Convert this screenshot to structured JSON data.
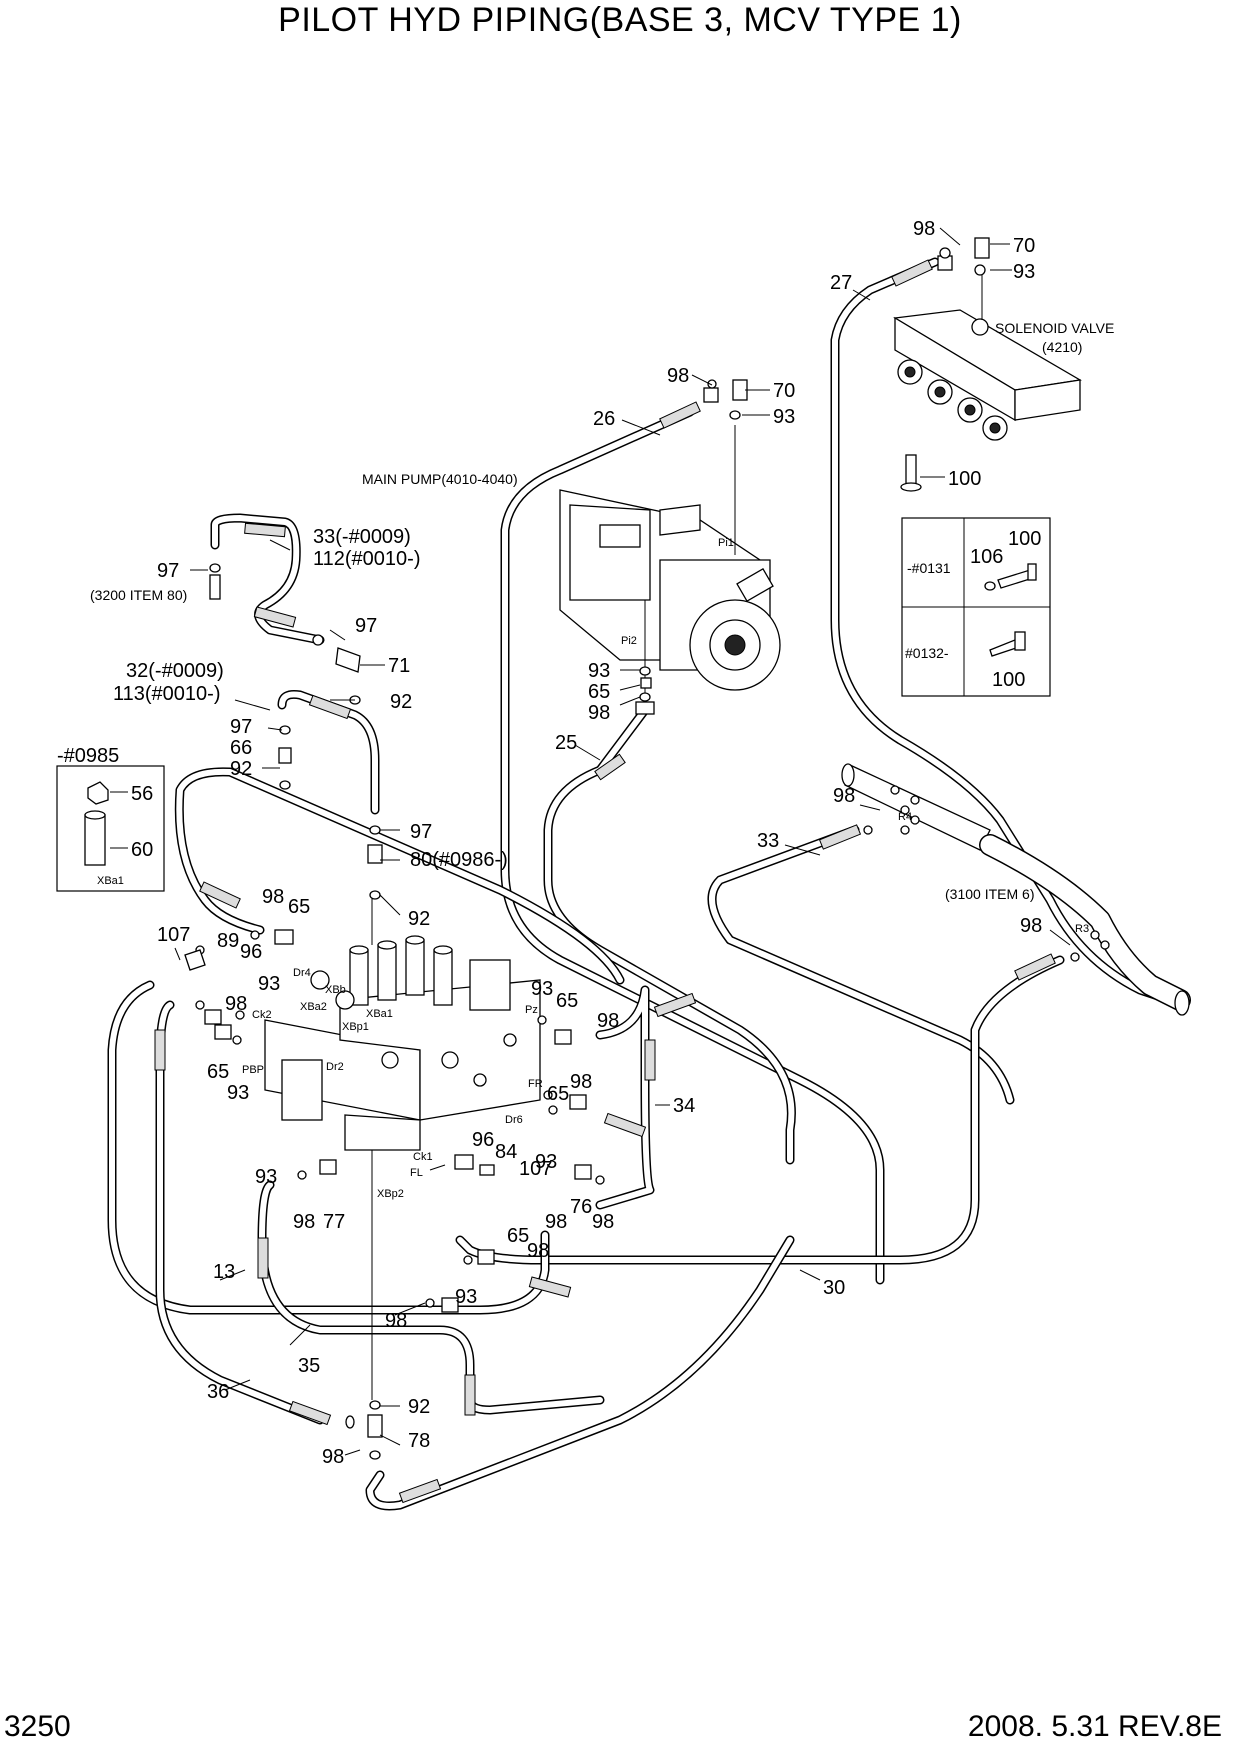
{
  "header": {
    "title": "PILOT HYD PIPING(BASE 3, MCV TYPE 1)"
  },
  "footer": {
    "page_number": "3250",
    "revision": "2008. 5.31  REV.8E"
  },
  "component_labels": {
    "solenoid_valve": "SOLENOID VALVE",
    "solenoid_valve_ref": "(4210)",
    "main_pump": "MAIN PUMP(4010-4040)",
    "item_3200": "(3200 ITEM 80)",
    "item_3100": "(3100 ITEM 6)"
  },
  "port_labels": {
    "pi1": "Pi1",
    "pi2": "Pi2",
    "r4": "R4",
    "r3": "R3",
    "dr4": "Dr4",
    "xbb": "XBb",
    "xba2": "XBa2",
    "xbp1": "XBp1",
    "xba1_mcv": "XBa1",
    "ck2": "Ck2",
    "pbp": "PBP",
    "dr2": "Dr2",
    "pz": "Pz",
    "fr": "FR",
    "dr6": "Dr6",
    "ck1": "Ck1",
    "fl": "FL",
    "xbp2": "XBp2",
    "xba1_inset": "XBa1"
  },
  "inset_left": {
    "serial": "-#0985",
    "items": [
      "56",
      "60"
    ]
  },
  "inset_right": {
    "rows": [
      {
        "serial": "-#0131",
        "items": [
          "100",
          "106",
          "100"
        ]
      },
      {
        "serial": "#0132-",
        "items": [
          "100"
        ]
      }
    ]
  },
  "callouts": [
    "98",
    "70",
    "93",
    "27",
    "98",
    "70",
    "93",
    "26",
    "100",
    "33(-#0009)",
    "112(#0010-)",
    "97",
    "97",
    "71",
    "92",
    "32(-#0009)",
    "113(#0010-)",
    "97",
    "66",
    "92",
    "97",
    "80(#0986-)",
    "92",
    "93",
    "65",
    "98",
    "25",
    "98",
    "33",
    "98",
    "98",
    "65",
    "107",
    "89",
    "96",
    "93",
    "98",
    "65",
    "93",
    "93",
    "65",
    "98",
    "65",
    "98",
    "34",
    "96",
    "84",
    "107",
    "93",
    "93",
    "98",
    "77",
    "76",
    "98",
    "98",
    "65",
    "98",
    "93",
    "30",
    "13",
    "98",
    "35",
    "36",
    "92",
    "78",
    "98"
  ]
}
